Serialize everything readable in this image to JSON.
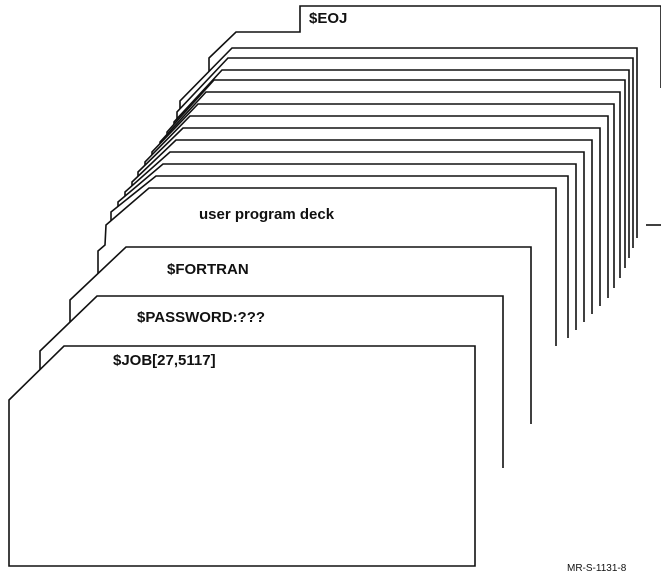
{
  "figure": {
    "cards": {
      "eoj": "$EOJ",
      "user_program": "user program deck",
      "fortran": "$FORTRAN",
      "password": "$PASSWORD:???",
      "job": "$JOB[27,5117]"
    },
    "figure_code": "MR-S-1131-8"
  }
}
